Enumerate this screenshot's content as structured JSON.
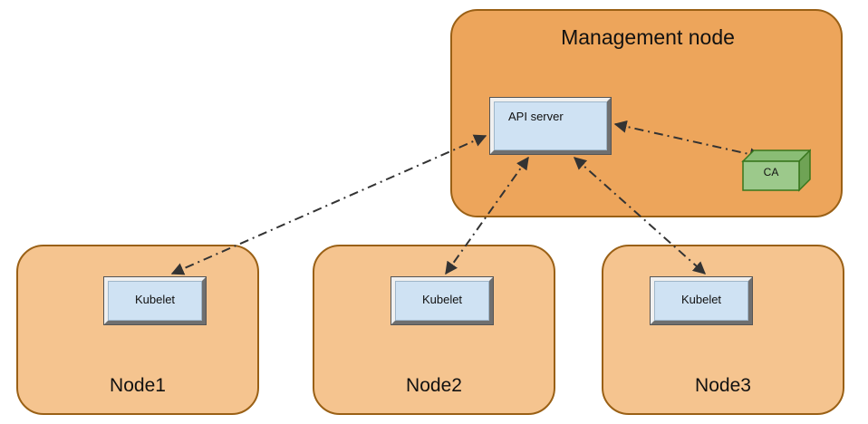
{
  "diagram": {
    "management_node": {
      "label": "Management node",
      "api_server_label": "API server",
      "ca_label": "CA"
    },
    "nodes": [
      {
        "label": "Node1",
        "component_label": "Kubelet"
      },
      {
        "label": "Node2",
        "component_label": "Kubelet"
      },
      {
        "label": "Node3",
        "component_label": "Kubelet"
      }
    ],
    "connections": [
      {
        "from": "API server",
        "to": "Kubelet (Node1)",
        "style": "dash-dot",
        "bidirectional": true
      },
      {
        "from": "API server",
        "to": "Kubelet (Node2)",
        "style": "dash-dot",
        "bidirectional": true
      },
      {
        "from": "API server",
        "to": "Kubelet (Node3)",
        "style": "dash-dot",
        "bidirectional": true
      },
      {
        "from": "API server",
        "to": "CA",
        "style": "dash-dot",
        "bidirectional": true
      }
    ],
    "colors": {
      "management_fill": "#eda55b",
      "worker_fill": "#f5c48f",
      "group_border": "#9a6015",
      "component_fill": "#cfe2f3",
      "ca_front": "#9cc98b",
      "ca_top": "#8abd75",
      "ca_side": "#6fa355",
      "ca_border": "#38761d",
      "arrow": "#333333",
      "text": "#111111"
    }
  }
}
